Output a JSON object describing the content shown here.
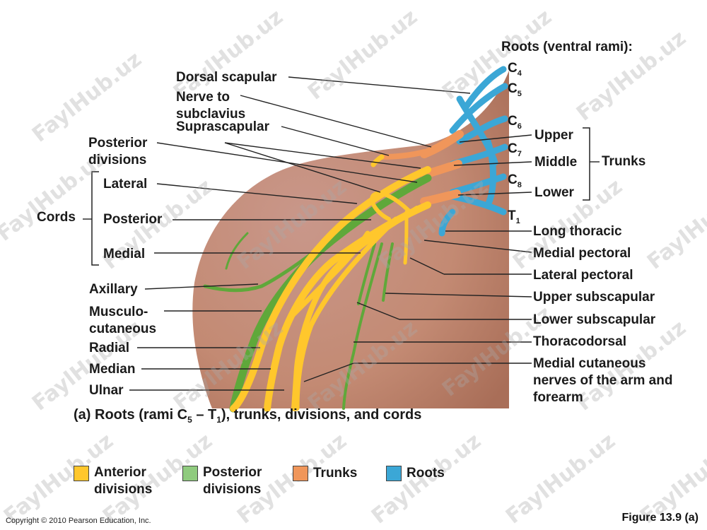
{
  "colors": {
    "anterior": "#FFC72C",
    "posterior": "#5FA83A",
    "trunks": "#F0965A",
    "roots": "#3BA7D6",
    "skin": "#C98E77"
  },
  "title": {
    "roots": "Roots (ventral rami):"
  },
  "roots": [
    {
      "base": "C",
      "sub": "4"
    },
    {
      "base": "C",
      "sub": "5"
    },
    {
      "base": "C",
      "sub": "6"
    },
    {
      "base": "C",
      "sub": "7"
    },
    {
      "base": "C",
      "sub": "8"
    },
    {
      "base": "T",
      "sub": "1"
    }
  ],
  "trunks": {
    "upper": "Upper",
    "middle": "Middle",
    "lower": "Lower",
    "group": "Trunks"
  },
  "left_labels": {
    "dorsal_scapular": "Dorsal scapular",
    "nerve_to_subclavius": "Nerve to subclavius",
    "suprascapular": "Suprascapular",
    "posterior_divisions": "Posterior divisions",
    "lateral": "Lateral",
    "posterior": "Posterior",
    "medial": "Medial",
    "cords": "Cords",
    "axillary": "Axillary",
    "musculocutaneous": "Musculo- cutaneous",
    "radial": "Radial",
    "median": "Median",
    "ulnar": "Ulnar"
  },
  "right_labels": {
    "long_thoracic": "Long thoracic",
    "medial_pectoral": "Medial pectoral",
    "lateral_pectoral": "Lateral pectoral",
    "upper_subscapular": "Upper subscapular",
    "lower_subscapular": "Lower subscapular",
    "thoracodorsal": "Thoracodorsal",
    "medial_cutaneous": "Medial cutaneous nerves of the arm and forearm"
  },
  "caption": {
    "prefix": "(a) Roots (rami C",
    "sub1": "5",
    "dash": " – T",
    "sub2": "1",
    "suffix": "), trunks, divisions, and cords"
  },
  "legend": [
    {
      "label": "Anterior divisions",
      "color": "#FFC72C"
    },
    {
      "label": "Posterior divisions",
      "color": "#8FCB7E"
    },
    {
      "label": "Trunks",
      "color": "#F0965A"
    },
    {
      "label": "Roots",
      "color": "#3BA7D6"
    }
  ],
  "footer": {
    "copyright": "Copyright © 2010 Pearson Education, Inc.",
    "figure": "Figure 13.9 (a)"
  },
  "watermark": "FaylHub.uz"
}
